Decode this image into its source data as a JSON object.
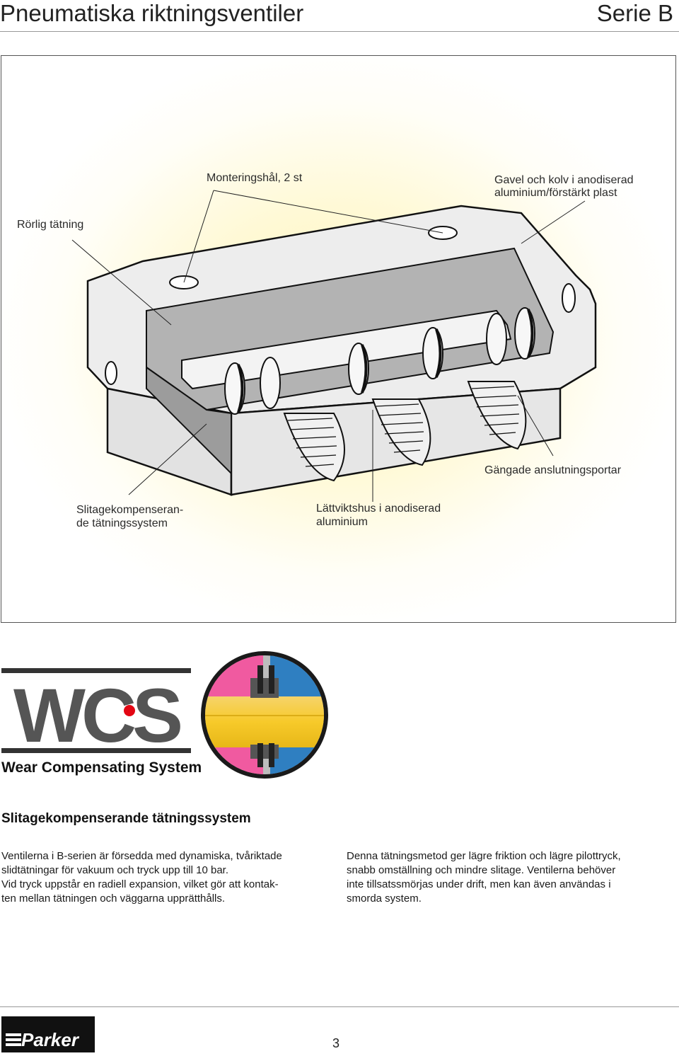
{
  "header": {
    "title": "Pneumatiska riktningsventiler",
    "series": "Serie B"
  },
  "figure": {
    "callouts": {
      "mounting_holes": "Monteringshål, 2 st",
      "end_cover_line1": "Gavel och kolv i anodiserad",
      "end_cover_line2": "aluminium/förstärkt plast",
      "moving_seal": "Rörlig tätning",
      "threaded_ports": "Gängade anslutningsportar",
      "wear_seal_line1": "Slitagekompenseran-",
      "wear_seal_line2": "de tätningssystem",
      "housing_line1": "Lättviktshus i anodiserad",
      "housing_line2": "aluminium"
    }
  },
  "wcs": {
    "logo_text": "WCS",
    "subtitle": "Wear Compensating System"
  },
  "section": {
    "title": "Slitagekompenserande tätningssystem",
    "col1": [
      "Ventilerna i B-serien är försedda med dynamiska, tvåriktade",
      "slidtätningar för vakuum och tryck upp till 10 bar.",
      "Vid tryck uppstår en radiell expansion, vilket gör att kontak-",
      "ten mellan tätningen och väggarna upprätthålls."
    ],
    "col2": [
      "Denna tätningsmetod ger lägre friktion och lägre pilottryck,",
      "snabb omställning och mindre slitage. Ventilerna behöver",
      "inte tillsatssmörjas under drift, men kan även användas i",
      "smorda system."
    ]
  },
  "footer": {
    "brand": "Parker",
    "page_number": "3"
  },
  "colors": {
    "figure_glow": "#fff6b8",
    "valve_body": "#ececec",
    "valve_cut": "#a9a9a9",
    "wcs_gray": "#555555",
    "wcs_red": "#e30613",
    "seal_pink": "#f05aa0",
    "seal_gold": "#f4c531",
    "seal_blue": "#2f7fc1"
  }
}
